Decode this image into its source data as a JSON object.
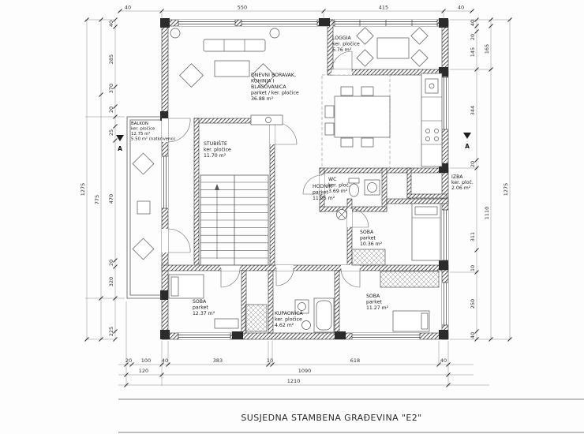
{
  "footer": {
    "label": "SUSJEDNA STAMBENA GRAĐEVINA \"E2\""
  },
  "section_markers": {
    "left": "A",
    "right": "A"
  },
  "rooms": [
    {
      "id": "loggia",
      "lines": [
        "LOGGIA",
        "ker. pločice",
        "6.76 m²"
      ]
    },
    {
      "id": "dnevni-boravak",
      "lines": [
        "DNEVNI BORAVAK,",
        "KUHINJA I",
        "BLAGOVANICA",
        "parket / ker. pločice",
        "36.88 m²"
      ]
    },
    {
      "id": "balkon",
      "lines": [
        "BALKON",
        "ker. pločice",
        "12.75 m²",
        "5.50 m² (natkriveno)"
      ]
    },
    {
      "id": "stubiste",
      "lines": [
        "STUBIŠTE",
        "ker. pločice",
        "11.70 m²"
      ]
    },
    {
      "id": "hodnik",
      "lines": [
        "HODNIK",
        "parket",
        "11.05 m²"
      ]
    },
    {
      "id": "wc",
      "lines": [
        "WC",
        "ker. ploč.",
        "3.69 m²"
      ]
    },
    {
      "id": "izba",
      "lines": [
        "IZBA",
        "ker. ploč.",
        "2.06 m²"
      ]
    },
    {
      "id": "soba-1",
      "lines": [
        "SOBA",
        "parket",
        "10.36 m²"
      ]
    },
    {
      "id": "soba-2",
      "lines": [
        "SOBA",
        "parket",
        "12.37 m²"
      ]
    },
    {
      "id": "kupaonica",
      "lines": [
        "KUPAONICA",
        "ker. pločice",
        "4.62 m²"
      ]
    },
    {
      "id": "soba-3",
      "lines": [
        "SOBA",
        "parket",
        "11.27 m²"
      ]
    }
  ],
  "dims": {
    "top": [
      "40",
      "550",
      "415",
      "40"
    ],
    "left": [
      "40",
      "285",
      "370",
      "20",
      "25",
      "470",
      "20",
      "320",
      "225"
    ],
    "left_mid": "775",
    "left_total": "1275",
    "right": [
      "40",
      "20",
      "145",
      "344",
      "20",
      "311",
      "10",
      "250",
      "40"
    ],
    "right_mid": [
      "165",
      "1110"
    ],
    "right_total": "1275",
    "bottom_row1": [
      "20",
      "100",
      "40",
      "383",
      "10",
      "618",
      "40"
    ],
    "bottom_row2": [
      "120",
      "1090"
    ],
    "bottom_total": "1210"
  },
  "colors": {
    "wall_hatch": "#3d3d3d",
    "line": "#444444",
    "text": "#222222"
  }
}
